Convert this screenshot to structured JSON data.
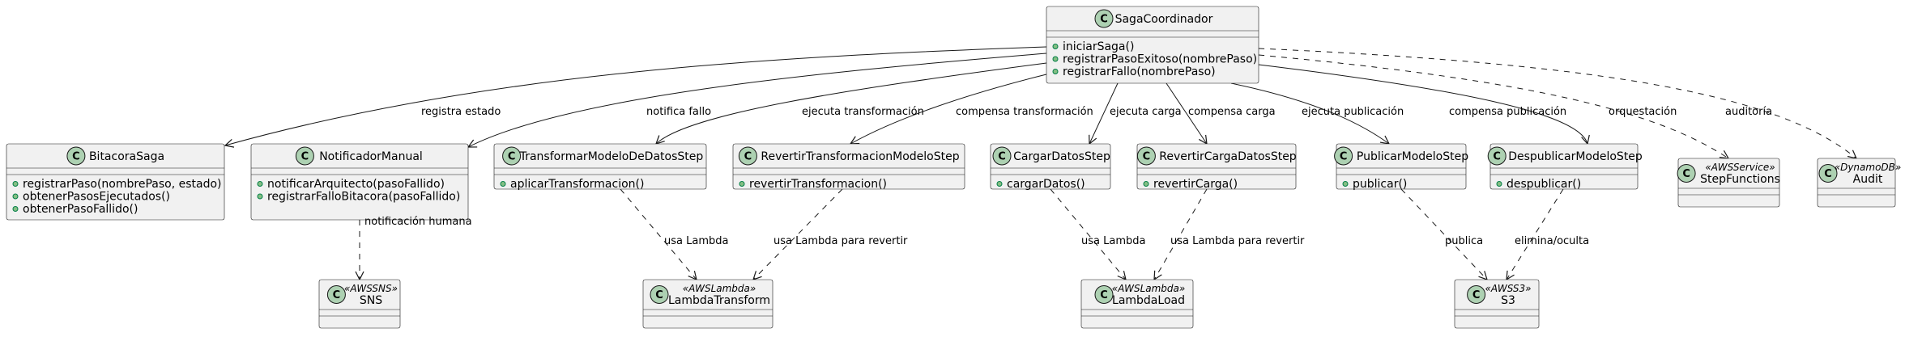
{
  "classes": [
    {
      "id": "saga",
      "name": "SagaCoordinador",
      "members": [
        "iniciarSaga()",
        "registrarPasoExitoso(nombrePaso)",
        "registrarFallo(nombrePaso)"
      ]
    },
    {
      "id": "bitacora",
      "name": "BitacoraSaga",
      "members": [
        "registrarPaso(nombrePaso, estado)",
        "obtenerPasosEjecutados()",
        "obtenerPasoFallido()"
      ]
    },
    {
      "id": "notificador",
      "name": "NotificadorManual",
      "members": [
        "notificarArquitecto(pasoFallido)",
        "registrarFalloBitacora(pasoFallido)"
      ]
    },
    {
      "id": "transformar",
      "name": "TransformarModeloDeDatosStep",
      "members": [
        "aplicarTransformacion()"
      ]
    },
    {
      "id": "revertirTransf",
      "name": "RevertirTransformacionModeloStep",
      "members": [
        "revertirTransformacion()"
      ]
    },
    {
      "id": "cargar",
      "name": "CargarDatosStep",
      "members": [
        "cargarDatos()"
      ]
    },
    {
      "id": "revertirCarga",
      "name": "RevertirCargaDatosStep",
      "members": [
        "revertirCarga()"
      ]
    },
    {
      "id": "publicar",
      "name": "PublicarModeloStep",
      "members": [
        "publicar()"
      ]
    },
    {
      "id": "despublicar",
      "name": "DespublicarModeloStep",
      "members": [
        "despublicar()"
      ]
    },
    {
      "id": "stepfunctions",
      "name": "StepFunctions",
      "stereotype": "«AWSService»",
      "members": []
    },
    {
      "id": "audit",
      "name": "Audit",
      "stereotype": "«DynamoDB»",
      "members": []
    },
    {
      "id": "sns",
      "name": "SNS",
      "stereotype": "«AWSSNS»",
      "members": []
    },
    {
      "id": "lambdaTransform",
      "name": "LambdaTransform",
      "stereotype": "«AWSLambda»",
      "members": []
    },
    {
      "id": "lambdaLoad",
      "name": "LambdaLoad",
      "stereotype": "«AWSLambda»",
      "members": []
    },
    {
      "id": "s3",
      "name": "S3",
      "stereotype": "«AWSS3»",
      "members": []
    }
  ],
  "relations": [
    {
      "id": "r1",
      "from": "saga",
      "to": "bitacora",
      "label": "registra estado",
      "style": "solid"
    },
    {
      "id": "r2",
      "from": "saga",
      "to": "notificador",
      "label": "notifica fallo",
      "style": "solid"
    },
    {
      "id": "r3",
      "from": "saga",
      "to": "transformar",
      "label": "ejecuta transformación",
      "style": "solid"
    },
    {
      "id": "r4",
      "from": "saga",
      "to": "revertirTransf",
      "label": "compensa transformación",
      "style": "solid"
    },
    {
      "id": "r5",
      "from": "saga",
      "to": "cargar",
      "label": "ejecuta carga",
      "style": "solid"
    },
    {
      "id": "r6",
      "from": "saga",
      "to": "revertirCarga",
      "label": "compensa carga",
      "style": "solid"
    },
    {
      "id": "r7",
      "from": "saga",
      "to": "publicar",
      "label": "ejecuta publicación",
      "style": "solid"
    },
    {
      "id": "r8",
      "from": "saga",
      "to": "despublicar",
      "label": "compensa publicación",
      "style": "solid"
    },
    {
      "id": "r9",
      "from": "saga",
      "to": "stepfunctions",
      "label": "orquestación",
      "style": "dashed"
    },
    {
      "id": "r10",
      "from": "saga",
      "to": "audit",
      "label": "auditoría",
      "style": "dashed"
    },
    {
      "id": "r11",
      "from": "notificador",
      "to": "sns",
      "label": "notificación humana",
      "style": "dashed"
    },
    {
      "id": "r12",
      "from": "transformar",
      "to": "lambdaTransform",
      "label": "usa Lambda",
      "style": "dashed"
    },
    {
      "id": "r13",
      "from": "revertirTransf",
      "to": "lambdaTransform",
      "label": "usa Lambda para revertir",
      "style": "dashed"
    },
    {
      "id": "r14",
      "from": "cargar",
      "to": "lambdaLoad",
      "label": "usa Lambda",
      "style": "dashed"
    },
    {
      "id": "r15",
      "from": "revertirCarga",
      "to": "lambdaLoad",
      "label": "usa Lambda para revertir",
      "style": "dashed"
    },
    {
      "id": "r16",
      "from": "publicar",
      "to": "s3",
      "label": "publica",
      "style": "dashed"
    },
    {
      "id": "r17",
      "from": "despublicar",
      "to": "s3",
      "label": "elimina/oculta",
      "style": "dashed"
    }
  ]
}
